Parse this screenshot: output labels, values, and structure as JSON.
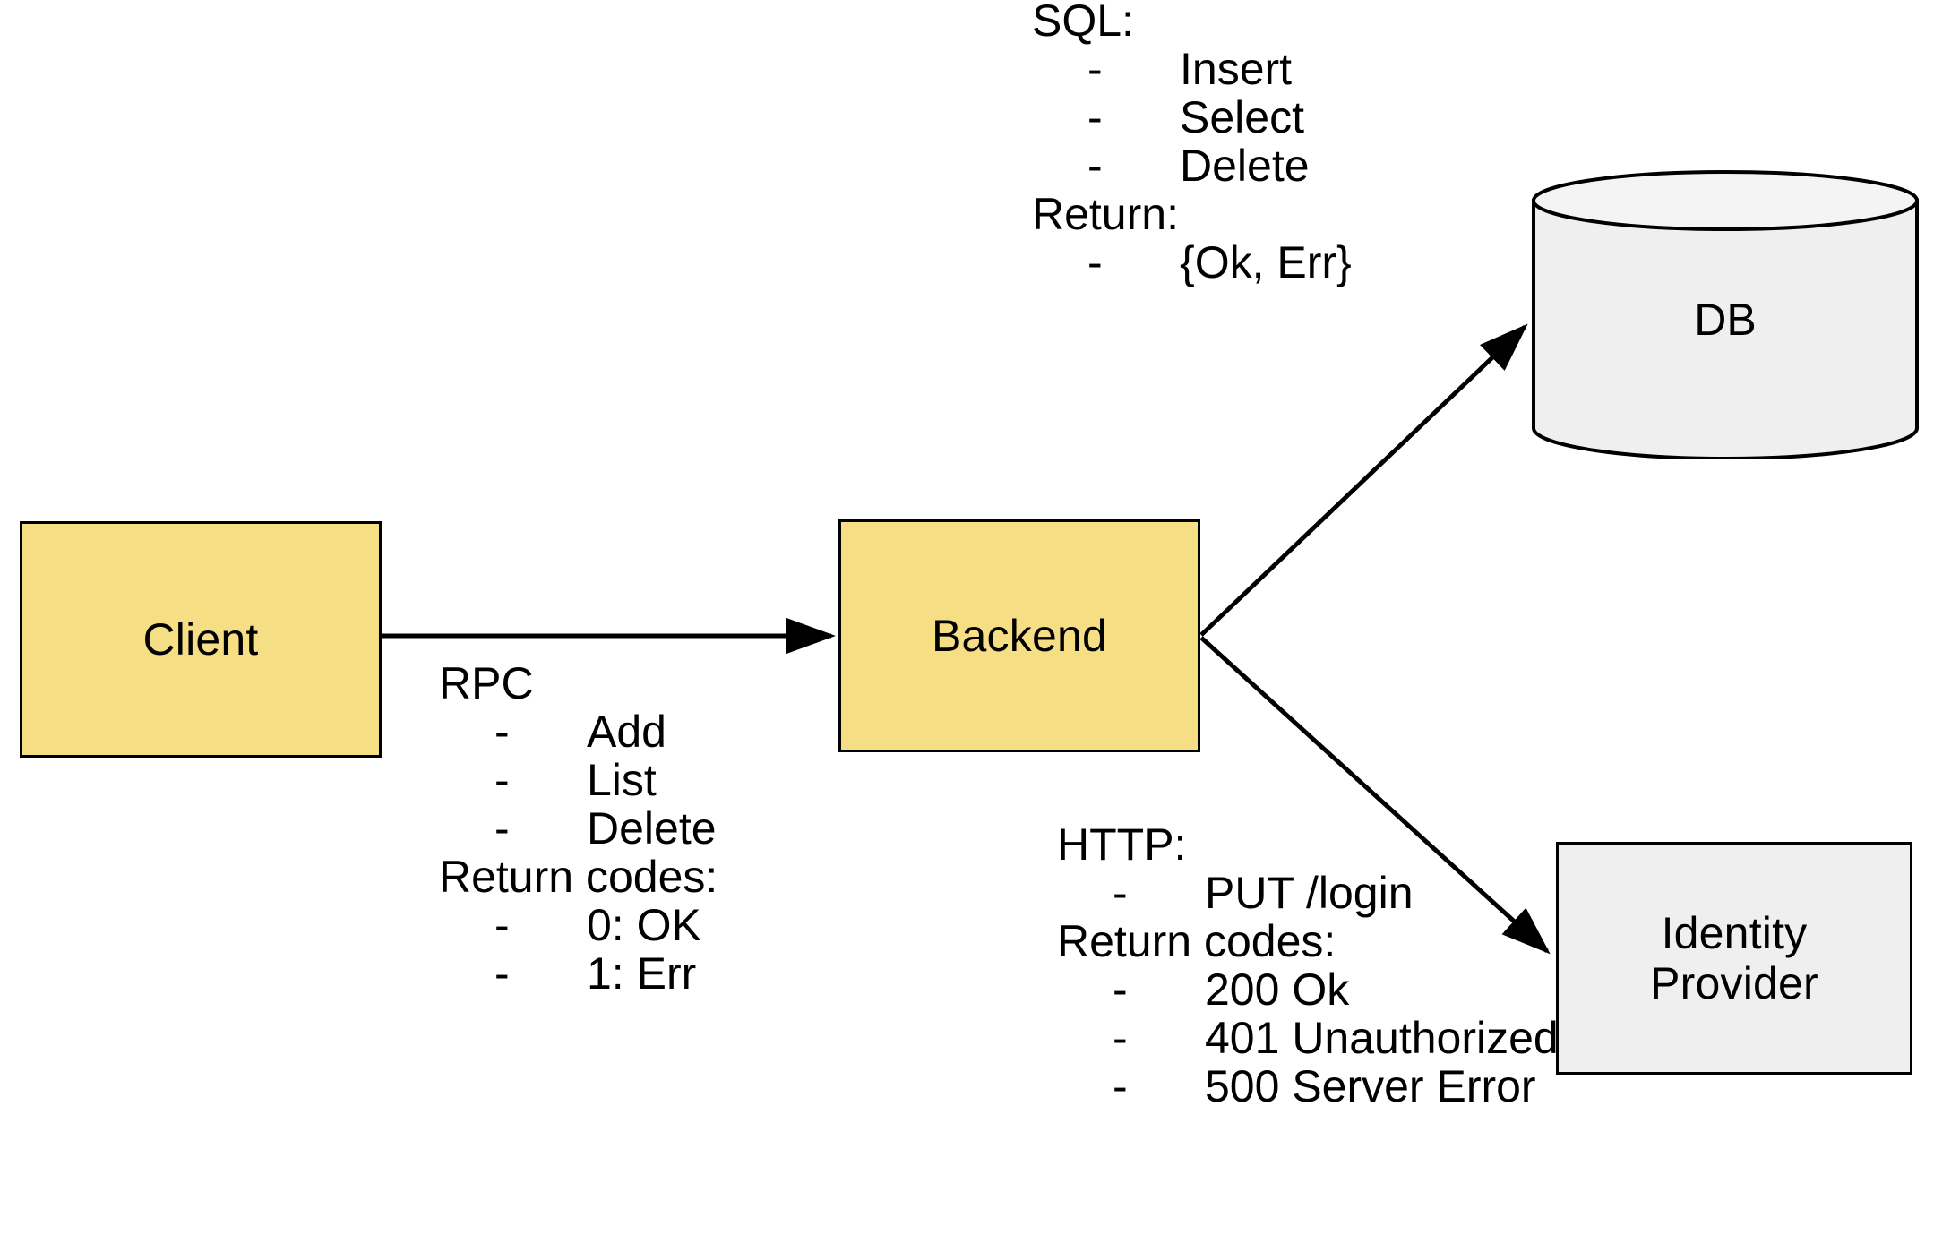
{
  "diagram": {
    "title": "Client-Backend architecture with DB and Identity Provider",
    "colors": {
      "service_fill": "#F5DE84",
      "store_fill": "#EFEFEF",
      "stroke": "#000000",
      "background": "#FFFFFF"
    }
  },
  "nodes": {
    "client": {
      "label": "Client",
      "shape": "rectangle",
      "fill": "#F5DE84"
    },
    "backend": {
      "label": "Backend",
      "shape": "rectangle",
      "fill": "#F5DE84"
    },
    "db": {
      "label": "DB",
      "shape": "cylinder",
      "fill": "#EFEFEF"
    },
    "idp": {
      "label_line1": "Identity",
      "label_line2": "Provider",
      "shape": "rectangle",
      "fill": "#EFEFEF"
    }
  },
  "edges": {
    "client_to_backend": {
      "from": "client",
      "to": "backend",
      "style": "solid-arrow"
    },
    "backend_to_db": {
      "from": "backend",
      "to": "db",
      "style": "solid-arrow"
    },
    "backend_to_idp": {
      "from": "backend",
      "to": "idp",
      "style": "solid-arrow"
    }
  },
  "annotations": {
    "rpc": {
      "protocol_heading": "RPC",
      "methods": [
        "Add",
        "List",
        "Delete"
      ],
      "return_heading": "Return codes:",
      "return_values": [
        "0: OK",
        "1: Err"
      ],
      "bullet": "-"
    },
    "sql": {
      "protocol_heading": "SQL:",
      "methods": [
        "Insert",
        "Select",
        "Delete"
      ],
      "return_heading": "Return:",
      "return_values": [
        "{Ok, Err}"
      ],
      "bullet": "-"
    },
    "http": {
      "protocol_heading": "HTTP:",
      "methods": [
        "PUT /login"
      ],
      "return_heading": "Return codes:",
      "return_values": [
        "200 Ok",
        "401 Unauthorized",
        "500 Server Error"
      ],
      "bullet": "-"
    }
  }
}
